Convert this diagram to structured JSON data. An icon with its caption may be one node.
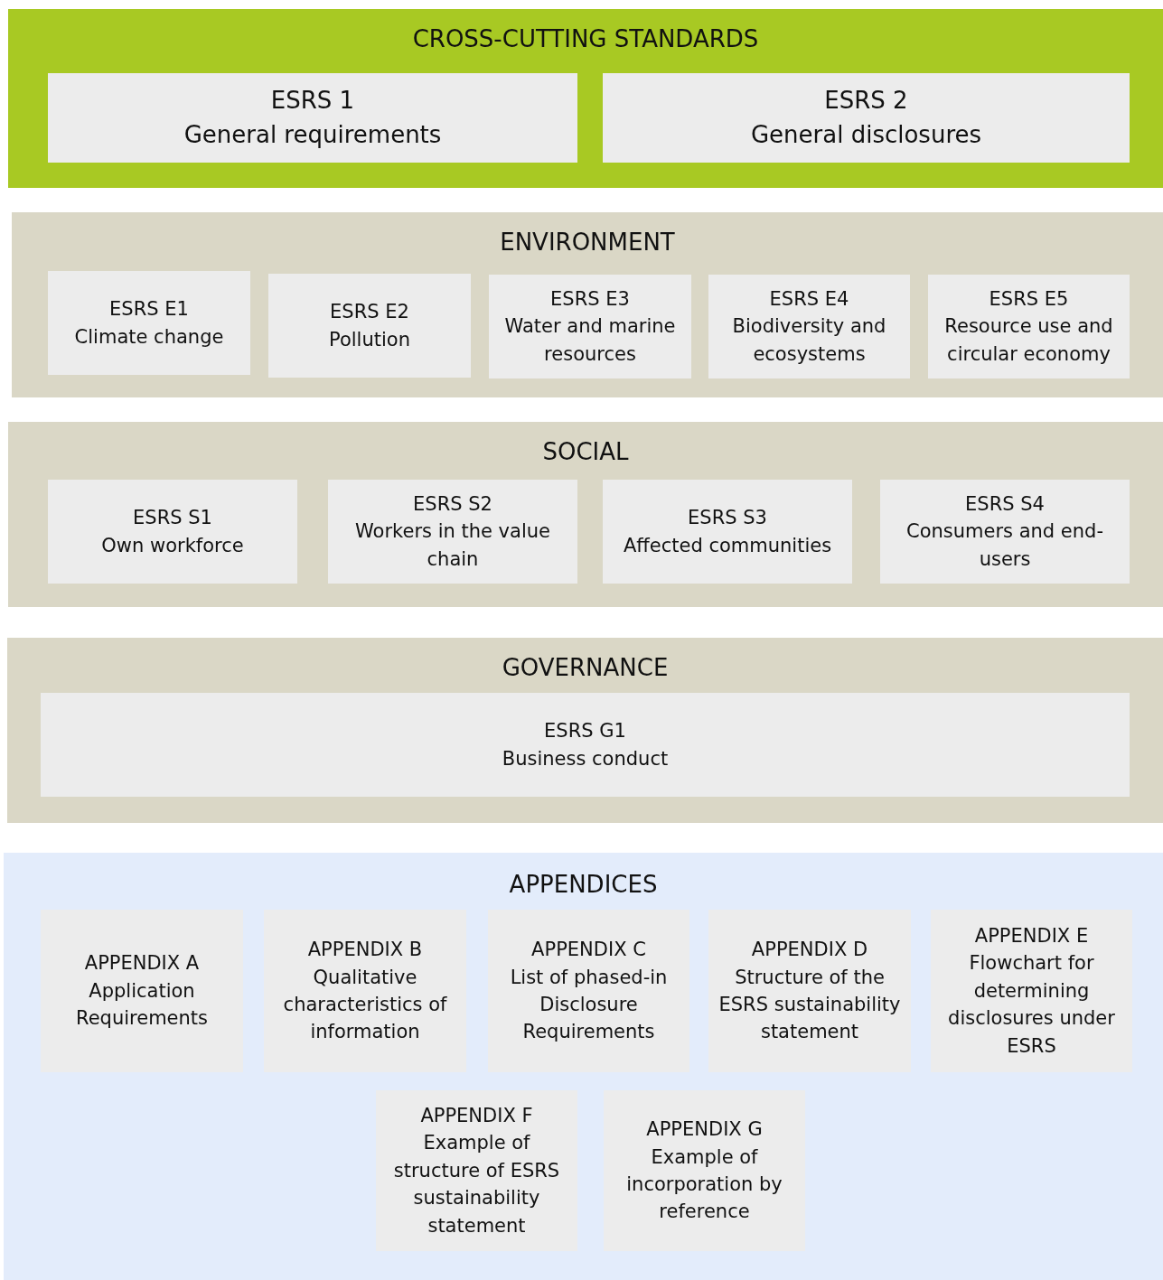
{
  "diagram": {
    "nodes": [
      {
        "text": [
          "CROSS-CUTTING STANDARDS"
        ]
      },
      {
        "text": [
          "ESRS 1",
          "General requirements"
        ],
        "in": 0
      },
      {
        "text": [
          "ESRS 2",
          "General disclosures"
        ],
        "in": 0
      },
      {
        "text": [
          "ENVIRONMENT"
        ]
      },
      {
        "text": [
          "ESRS E1",
          "Climate change"
        ],
        "in": 3
      },
      {
        "text": [
          "ESRS E2",
          "Pollution"
        ],
        "in": 3
      },
      {
        "text": [
          "ESRS E3",
          "Water and marine resources"
        ],
        "in": 3
      },
      {
        "text": [
          "ESRS E4",
          "Biodiversity and ecosystems"
        ],
        "in": 3
      },
      {
        "text": [
          "ESRS E5",
          "Resource use and circular economy"
        ],
        "in": 3
      },
      {
        "text": [
          "SOCIAL"
        ]
      },
      {
        "text": [
          "ESRS S1",
          "Own workforce"
        ],
        "in": 9
      },
      {
        "text": [
          "ESRS S2",
          "Workers in the value chain"
        ],
        "in": 9
      },
      {
        "text": [
          "ESRS S3",
          "Affected communities"
        ],
        "in": 9
      },
      {
        "text": [
          "ESRS S4",
          "Consumers and end-users"
        ],
        "in": 9
      },
      {
        "text": [
          "GOVERNANCE"
        ]
      },
      {
        "text": [
          "ESRS G1",
          "Business conduct"
        ],
        "in": 14
      },
      {
        "text": [
          "APPENDICES"
        ]
      },
      {
        "text": [
          "APPENDIX A",
          "Application Requirements"
        ],
        "in": 16
      },
      {
        "text": [
          "APPENDIX B",
          "Qualitative characteristics of information"
        ],
        "in": 16
      },
      {
        "text": [
          "APPENDIX C",
          "List of phased-in Disclosure Requirements"
        ],
        "in": 16
      },
      {
        "text": [
          "APPENDIX D",
          "Structure of the ESRS sustainability statement"
        ],
        "in": 16
      },
      {
        "text": [
          "APPENDIX E",
          "Flowchart for determining disclosures under ESRS"
        ],
        "in": 16
      },
      {
        "text": [
          "APPENDIX F",
          "Example of structure of ESRS sustainability statement"
        ],
        "in": 16
      },
      {
        "text": [
          "APPENDIX G",
          "Example of incorporation by reference"
        ],
        "in": 16
      }
    ]
  }
}
